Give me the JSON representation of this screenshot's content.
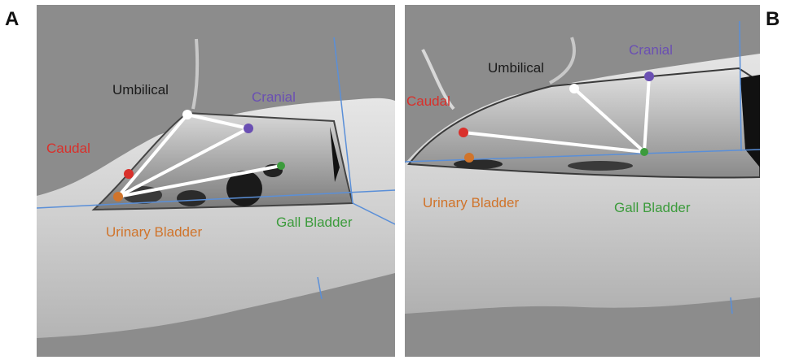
{
  "panels": [
    {
      "letter": "A",
      "labels": {
        "umbilical": "Umbilical",
        "cranial": "Cranial",
        "caudal": "Caudal",
        "gall_bladder": "Gall Bladder",
        "urinary_bladder": "Urinary Bladder"
      }
    },
    {
      "letter": "B",
      "labels": {
        "umbilical": "Umbilical",
        "cranial": "Cranial",
        "caudal": "Caudal",
        "gall_bladder": "Gall Bladder",
        "urinary_bladder": "Urinary Bladder"
      }
    }
  ],
  "colors": {
    "umbilical": "#1a1a1a",
    "cranial": "#6a4fb3",
    "caudal": "#d9302b",
    "gall_bladder": "#3c9b3c",
    "urinary_bladder": "#d0742b",
    "guide_line": "#5a8fd8",
    "background": "#8c8c8c"
  }
}
